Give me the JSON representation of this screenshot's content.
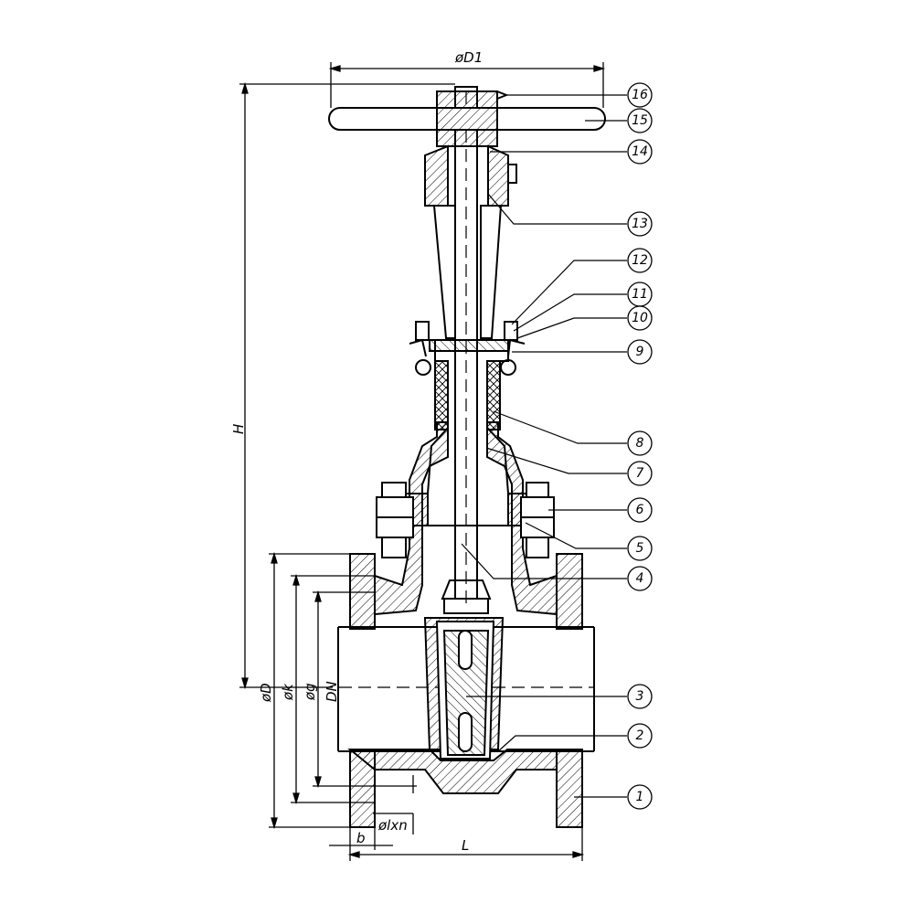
{
  "dimensions": {
    "d1": "øD1",
    "h": "H",
    "d": "øD",
    "k": "øk",
    "g": "øg",
    "dn": "DN",
    "b": "b",
    "lxn": "ølxn",
    "l": "L"
  },
  "callouts": [
    "1",
    "2",
    "3",
    "4",
    "5",
    "6",
    "7",
    "8",
    "9",
    "10",
    "11",
    "12",
    "13",
    "14",
    "15",
    "16"
  ]
}
